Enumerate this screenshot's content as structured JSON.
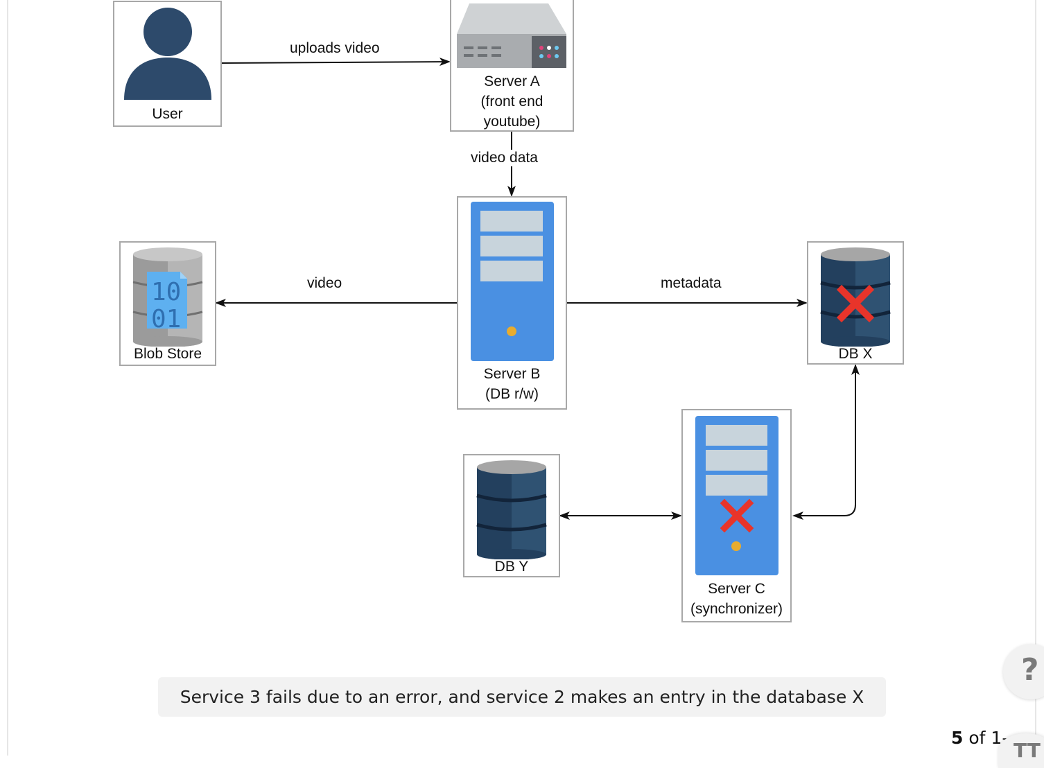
{
  "diagram": {
    "nodes": {
      "user": {
        "label": "User"
      },
      "server_a": {
        "label_lines": [
          "Server A",
          "(front end",
          "youtube)"
        ]
      },
      "server_b": {
        "label_lines": [
          "Server B",
          "(DB r/w)"
        ]
      },
      "blob_store": {
        "label": "Blob Store",
        "icon_text": [
          "10",
          "01"
        ]
      },
      "db_x": {
        "label": "DB X",
        "status": "failed"
      },
      "db_y": {
        "label": "DB Y"
      },
      "server_c": {
        "label_lines": [
          "Server C",
          "(synchronizer)"
        ],
        "status": "failed"
      }
    },
    "edges": [
      {
        "from": "User",
        "to": "Server A",
        "label": "uploads video"
      },
      {
        "from": "Server A",
        "to": "Server B",
        "label": "video data"
      },
      {
        "from": "Server B",
        "to": "Blob Store",
        "label": "video"
      },
      {
        "from": "Server B",
        "to": "DB X",
        "label": "metadata"
      },
      {
        "from": "DB Y",
        "to": "Server C",
        "label": "",
        "bidirectional": true
      },
      {
        "from": "Server C",
        "to": "DB X",
        "label": "",
        "bidirectional": true
      }
    ]
  },
  "caption": "Service 3 fails due to an error, and service 2 makes an entry in the database X",
  "pager": {
    "current": "5",
    "separator": "of",
    "total": "1–"
  },
  "controls": {
    "help_symbol": "?",
    "text_size_symbol": "TT"
  },
  "colors": {
    "server_blue": "#4a90e2",
    "db_navy": "#23405e",
    "user_navy": "#2d4a6b",
    "failure_red": "#e8342a",
    "frame_border": "#a8a8a8",
    "led_orange": "#e8ac2f"
  }
}
